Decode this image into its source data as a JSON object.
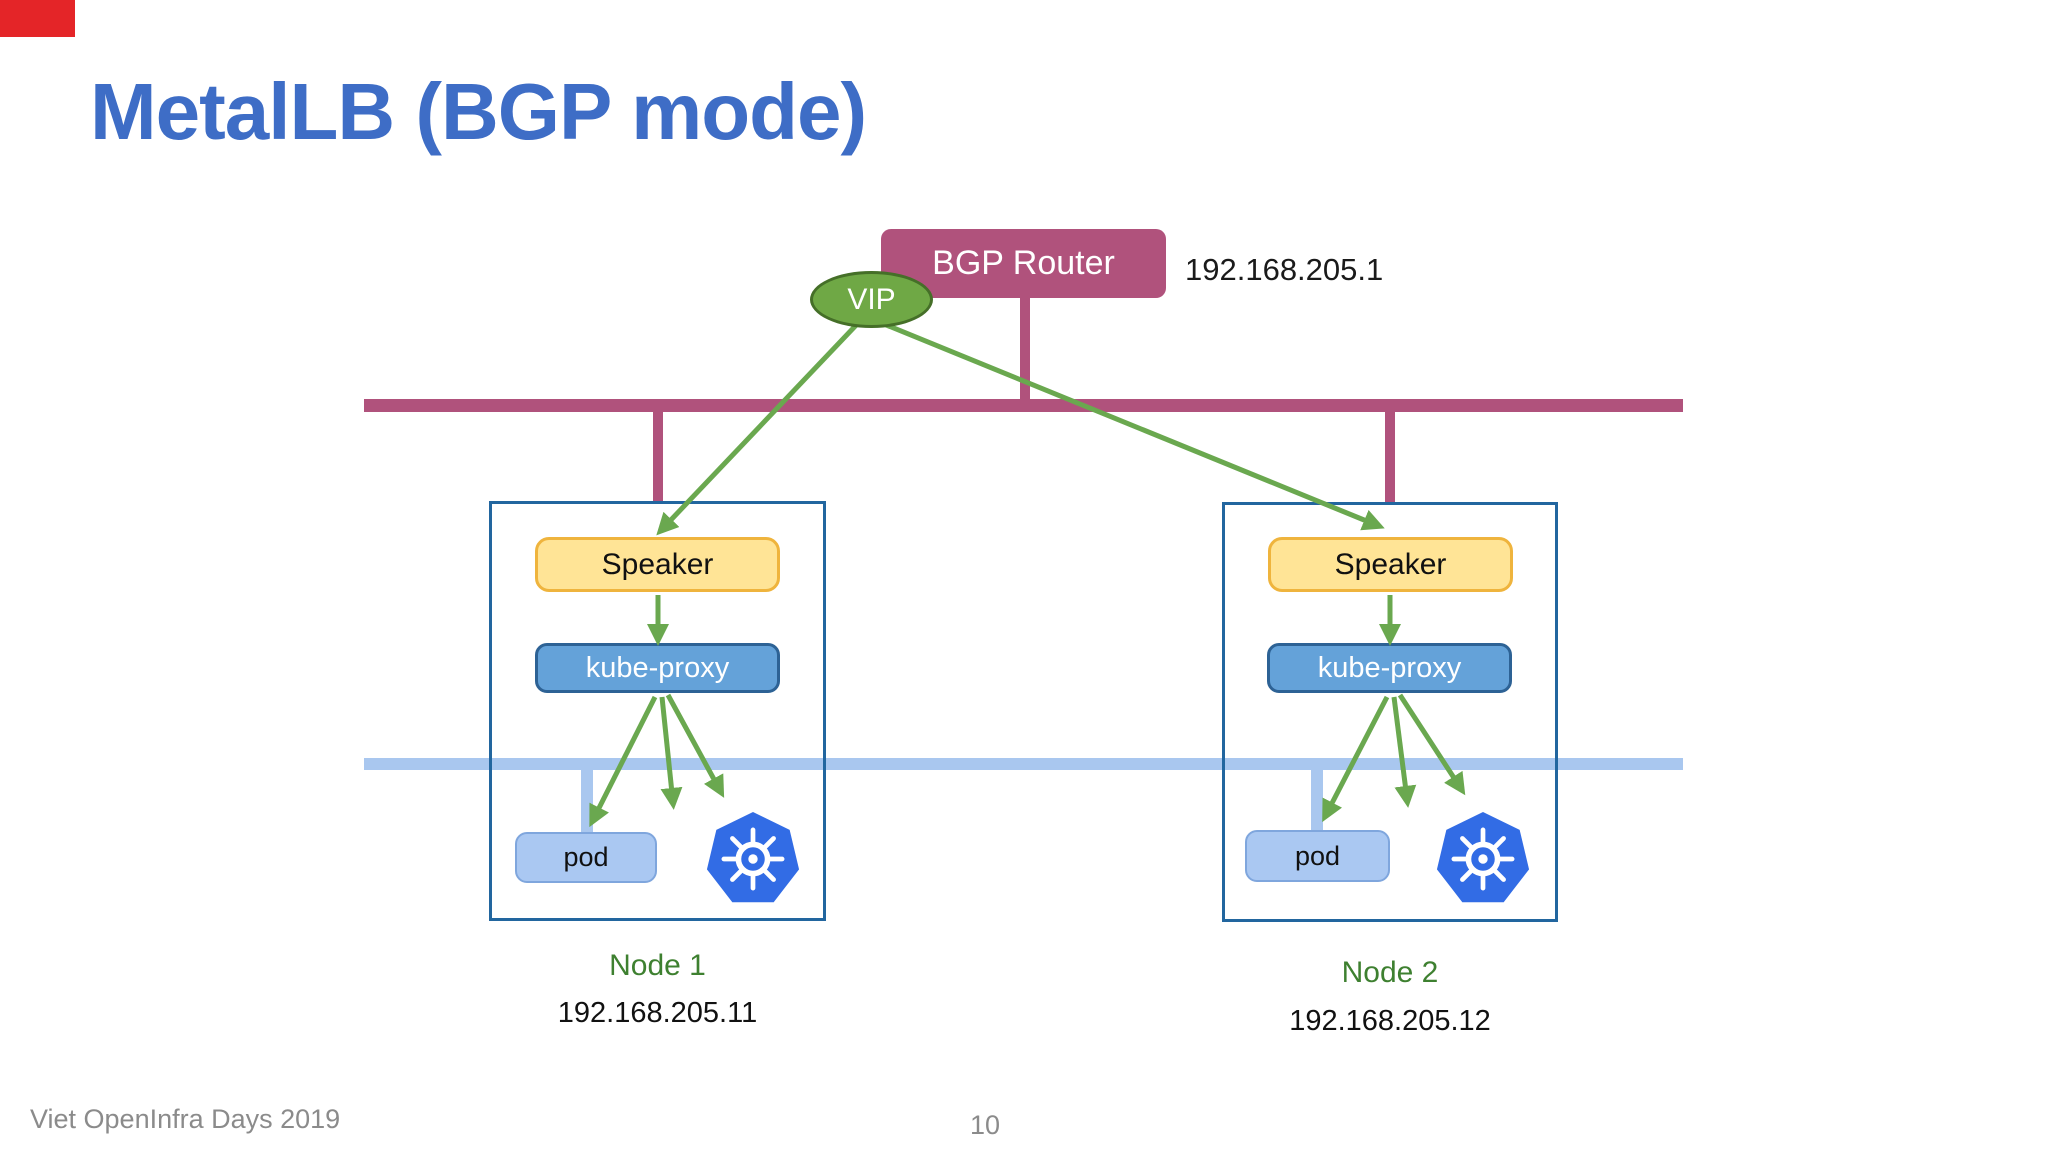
{
  "slide": {
    "title": "MetalLB (BGP mode)",
    "footer": "Viet OpenInfra Days 2019",
    "page_number": "10"
  },
  "router": {
    "label": "BGP Router",
    "ip": "192.168.205.1"
  },
  "vip": {
    "label": "VIP"
  },
  "nodes": [
    {
      "name": "Node 1",
      "ip": "192.168.205.11",
      "speaker_label": "Speaker",
      "kube_proxy_label": "kube-proxy",
      "pod_label": "pod",
      "icon": "kubernetes-icon"
    },
    {
      "name": "Node 2",
      "ip": "192.168.205.12",
      "speaker_label": "Speaker",
      "kube_proxy_label": "kube-proxy",
      "pod_label": "pod",
      "icon": "kubernetes-icon"
    }
  ],
  "colors": {
    "title_blue": "#3e6dc6",
    "router_maroon": "#b0527c",
    "network_bus_maroon": "#b0527c",
    "pod_bus_light_blue": "#a9c7ef",
    "arrow_green": "#6aa84f",
    "vip_fill_green": "#6fa845",
    "vip_border_green": "#456f28",
    "speaker_fill": "#ffe496",
    "speaker_border": "#efb43d",
    "kube_proxy_fill": "#64a2d9",
    "kube_proxy_border": "#2d6295",
    "pod_fill": "#aac8f2",
    "pod_border": "#7fa6dd",
    "node_border_blue": "#22669f",
    "node_label_green": "#3e8030",
    "kubernetes_blue": "#326ce5",
    "footer_gray": "#8b8b8b",
    "corner_marker_red": "#e42528"
  }
}
